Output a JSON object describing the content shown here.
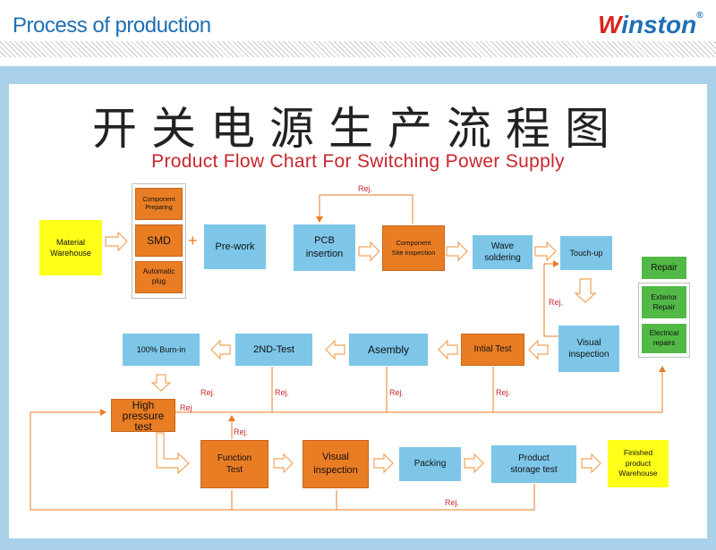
{
  "header": {
    "title": "Process of production",
    "logo": "Winston",
    "logo_mark": "®"
  },
  "titles": {
    "cn": "开关电源生产流程图",
    "en": "Product Flow Chart For Switching Power Supply"
  },
  "boxes": {
    "material": "Material\nWarehouse",
    "component_preparing": "Component\nPreparing",
    "smd": "SMD",
    "automatic_plug": "Automatic\nplug",
    "plus": "+",
    "pre_work": "Pre-work",
    "pcb": "PCB\ninsertion",
    "component_site": "Component\nSite inspection",
    "wave": "Wave\nsoldering",
    "touch_up": "Touch-up",
    "repair": "Repair",
    "exterior_repair": "Exterior\nRepair",
    "electrical_repairs": "Electrical\nrepairs",
    "visual1": "Visual\ninspection",
    "initial_test": "Intial Test",
    "assembly": "Asembly",
    "second_test": "2ND-Test",
    "burn_in": "100% Burn-in",
    "high_pressure": "High\npressure\ntest",
    "function_test": "Function\nTest",
    "visual2": "Visual\ninspection",
    "packing": "Packing",
    "storage": "Product\nstorage test",
    "finished": "Finished\nproduct\nWarehouse"
  },
  "rej_labels": {
    "pcb_loop": "Rej.",
    "touch_up": "Rej.",
    "burn_in": "Rej.",
    "second_test": "Rej.",
    "assembly": "Rej.",
    "initial": "Rej.",
    "high_pressure": "Rej",
    "function": "Rej.",
    "bottom": "Rej."
  },
  "colors": {
    "blue": "#7dc6e8",
    "orange": "#e97d24",
    "yellow": "#ffff1a",
    "green": "#52b947",
    "red": "#c8262c",
    "arrow": "#f0a35a"
  }
}
